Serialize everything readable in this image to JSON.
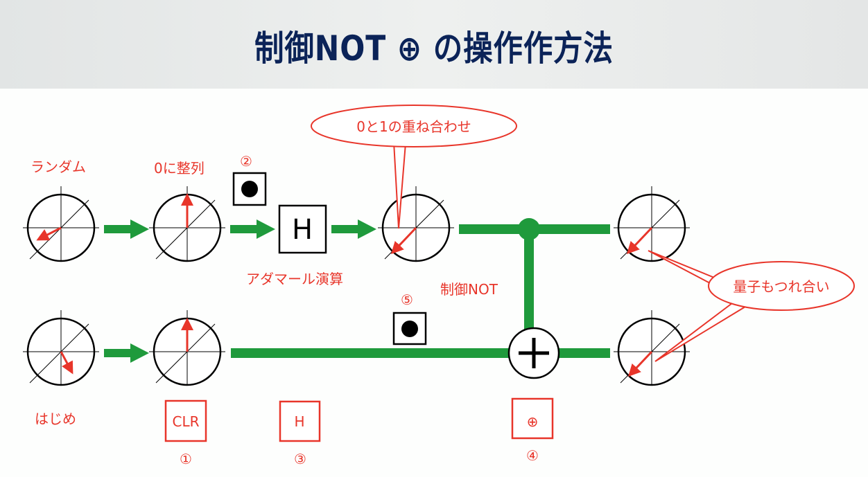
{
  "title": "制御NOT ⊕ の操作作方法",
  "labels": {
    "random": "ランダム",
    "align0": "0に整列",
    "hadamard": "アダマール演算",
    "cnot": "制御NOT",
    "start": "はじめ",
    "step2": "②",
    "step5": "⑤"
  },
  "callouts": {
    "superposition": "0と1の重ね合わせ",
    "entanglement": "量子もつれ合い"
  },
  "gates": {
    "h": "H",
    "target": "+"
  },
  "buttons": [
    {
      "label": "CLR",
      "num": "①"
    },
    {
      "label": "H",
      "num": "③"
    },
    {
      "label": "⊕",
      "num": "④"
    }
  ],
  "colors": {
    "red": "#e8352a",
    "green": "#1f9a3c",
    "navy": "#0b2358"
  }
}
